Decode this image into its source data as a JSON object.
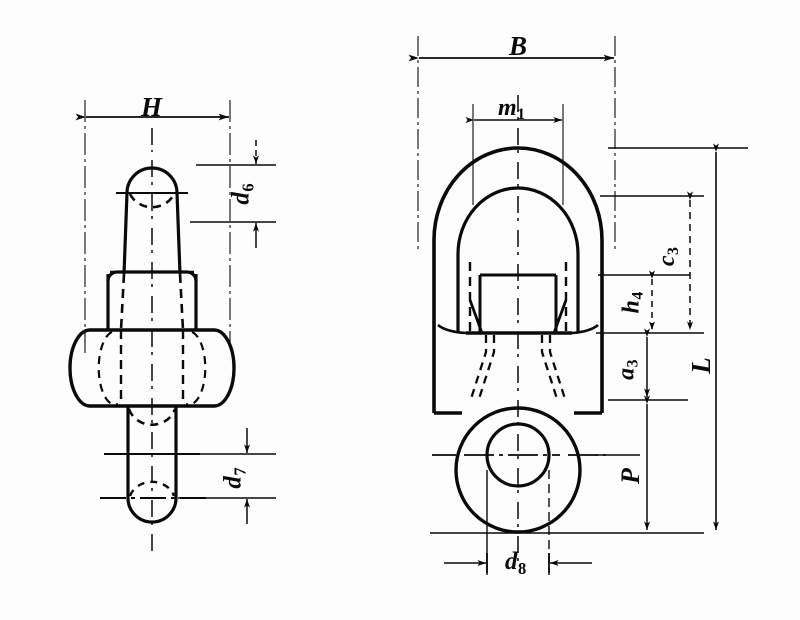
{
  "drawing": {
    "title": "Swivel Eye Bolt Dimensioned Engineering Drawing",
    "type": "technical-line-drawing",
    "background_color": "#fdfdfd",
    "line_color": "#0a0a0a",
    "views": [
      {
        "name": "side-view",
        "position": "left"
      },
      {
        "name": "front-view",
        "position": "right"
      }
    ]
  },
  "dimensions": {
    "left_view": [
      {
        "id": "H",
        "base": "H",
        "sub": "",
        "orientation": "horizontal",
        "placement": "top"
      },
      {
        "id": "d6",
        "base": "d",
        "sub": "6",
        "orientation": "vertical",
        "placement": "right-upper"
      },
      {
        "id": "d7",
        "base": "d",
        "sub": "7",
        "orientation": "vertical",
        "placement": "right-lower"
      }
    ],
    "right_view": [
      {
        "id": "B",
        "base": "B",
        "sub": "",
        "orientation": "horizontal",
        "placement": "top"
      },
      {
        "id": "m1",
        "base": "m",
        "sub": "1",
        "orientation": "horizontal",
        "placement": "upper-inner"
      },
      {
        "id": "c3",
        "base": "c",
        "sub": "3",
        "orientation": "vertical",
        "placement": "right-inner"
      },
      {
        "id": "h4",
        "base": "h",
        "sub": "4",
        "orientation": "vertical",
        "placement": "right-inner-small"
      },
      {
        "id": "a3",
        "base": "a",
        "sub": "3",
        "orientation": "vertical",
        "placement": "right-middle"
      },
      {
        "id": "P",
        "base": "P",
        "sub": "",
        "orientation": "vertical",
        "placement": "right-lower"
      },
      {
        "id": "L",
        "base": "L",
        "sub": "",
        "orientation": "vertical",
        "placement": "far-right-overall"
      },
      {
        "id": "d8",
        "base": "d",
        "sub": "8",
        "orientation": "horizontal",
        "placement": "bottom"
      }
    ]
  },
  "labels": {
    "H": {
      "text": "H",
      "sub": ""
    },
    "d6": {
      "text": "d",
      "sub": "6"
    },
    "d7": {
      "text": "d",
      "sub": "7"
    },
    "B": {
      "text": "B",
      "sub": ""
    },
    "m1": {
      "text": "m",
      "sub": "1"
    },
    "c3": {
      "text": "c",
      "sub": "3"
    },
    "h4": {
      "text": "h",
      "sub": "4"
    },
    "a3": {
      "text": "a",
      "sub": "3"
    },
    "P": {
      "text": "P",
      "sub": ""
    },
    "L": {
      "text": "L",
      "sub": ""
    },
    "d8": {
      "text": "d",
      "sub": "8"
    }
  }
}
